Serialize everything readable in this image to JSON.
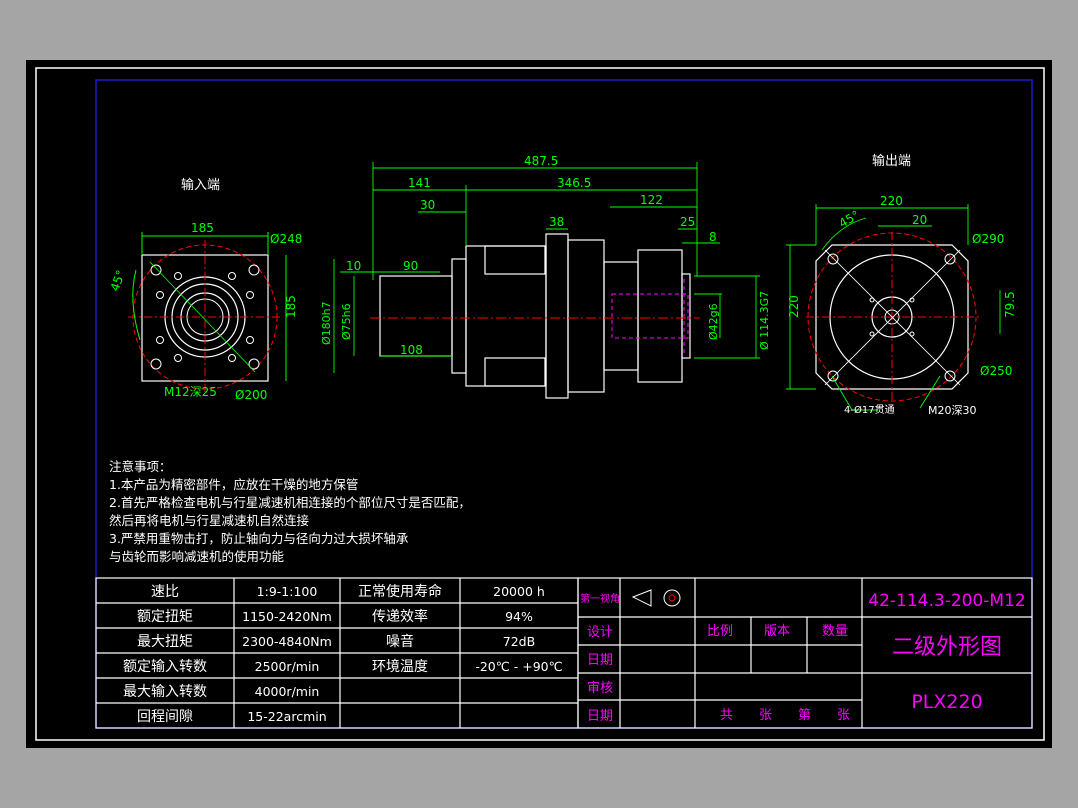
{
  "colors": {
    "page_bg": "#a5a5a5",
    "sheet": "#000000",
    "frame": "#ffffff",
    "border": "#1b1bd0",
    "outline": "#ffffff",
    "dimension": "#00ff00",
    "center": "#ff0000",
    "hidden": "#ff00ff",
    "title_text": "#ff00ff"
  },
  "views": {
    "input_label": "输入端",
    "output_label": "输出端"
  },
  "dims": {
    "input": {
      "width": "185",
      "height": "185",
      "bolt_circle": "Ø248",
      "pilot": "Ø200",
      "angle": "45°",
      "thread": "M12深25"
    },
    "side": {
      "overall": "487.5",
      "d141": "141",
      "d346": "346.5",
      "d30": "30",
      "d38": "38",
      "d122": "122",
      "d25": "25",
      "d8": "8",
      "d10": "10",
      "d90": "90",
      "d108": "108",
      "shaft": "Ø180h7",
      "shaft2": "Ø75h6",
      "flange_out": "Ø42g6",
      "bore": "Ø 114.3G7"
    },
    "output": {
      "width": "220",
      "height": "220",
      "d20": "20",
      "angle": "45°",
      "bolt_circle": "Ø290",
      "pilot": "Ø250",
      "d79": "79.5",
      "holes": "4-Ø17贯通",
      "thread": "M20深30"
    }
  },
  "notes": {
    "title": "注意事项：",
    "lines": [
      "1.本产品为精密部件，应放在干燥的地方保管",
      "2.首先严格检查电机与行星减速机相连接的个部位尺寸是否匹配，",
      "然后再将电机与行星减速机自然连接",
      "3.严禁用重物击打，防止轴向力与径向力过大损坏轴承",
      "与齿轮而影响减速机的使用功能"
    ]
  },
  "specs": [
    [
      "速比",
      "1:9-1:100",
      "正常使用寿命",
      "20000 h"
    ],
    [
      "额定扭矩",
      "1150-2420Nm",
      "传递效率",
      "94%"
    ],
    [
      "最大扭矩",
      "2300-4840Nm",
      "噪音",
      "72dB"
    ],
    [
      "额定输入转数",
      "2500r/min",
      "环境温度",
      "-20℃ - +90℃"
    ],
    [
      "最大输入转数",
      "4000r/min",
      "",
      ""
    ],
    [
      "回程间隙",
      "15-22arcmin",
      "",
      ""
    ]
  ],
  "title_block": {
    "projection": "第一视角",
    "design": "设计",
    "date1": "日期",
    "review": "审核",
    "date2": "日期",
    "scale": "比例",
    "version": "版本",
    "quantity": "数量",
    "sheets": "共　　张　　第　　张",
    "drawing_no": "42-114.3-200-M12",
    "title": "二级外形图",
    "model": "PLX220"
  }
}
